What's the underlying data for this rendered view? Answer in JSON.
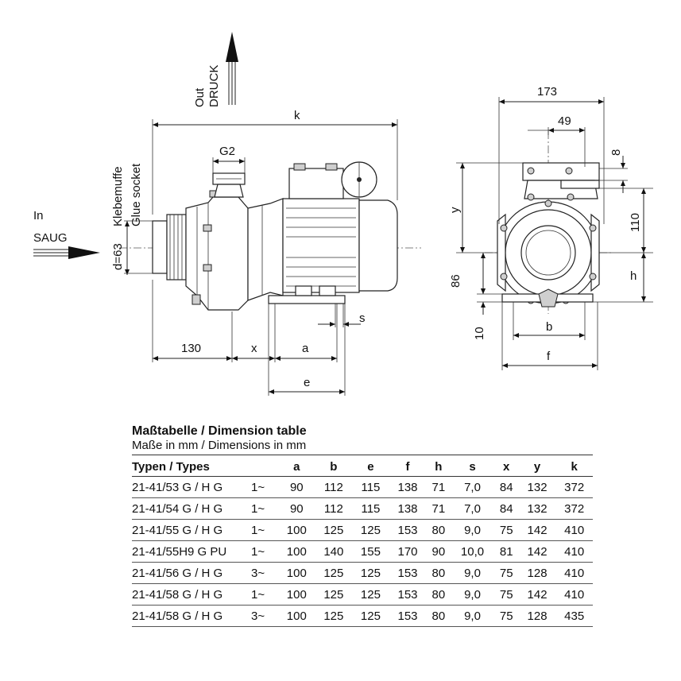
{
  "labels": {
    "k": "k",
    "g2": "G2",
    "out": "Out",
    "druck": "DRUCK",
    "in": "In",
    "saug": "SAUG",
    "klebemuffe": "Klebemuffe",
    "glue_socket": "Glue socket",
    "d63": "d=63",
    "s": "s",
    "dim_130": "130",
    "x": "x",
    "a": "a",
    "e": "e",
    "dim_173": "173",
    "dim_49": "49",
    "dim_8": "8",
    "y": "y",
    "dim_110": "110",
    "dim_86": "86",
    "h": "h",
    "dim_10": "10",
    "b": "b",
    "f": "f"
  },
  "table": {
    "title": "Maßtabelle / Dimension table",
    "subtitle": "Maße in mm / Dimensions in mm",
    "headers": [
      "Typen / Types",
      "",
      "a",
      "b",
      "e",
      "f",
      "h",
      "s",
      "x",
      "y",
      "k"
    ],
    "rows": [
      [
        "21-41/53 G / H G",
        "1~",
        "90",
        "112",
        "115",
        "138",
        "71",
        "7,0",
        "84",
        "132",
        "372"
      ],
      [
        "21-41/54 G / H G",
        "1~",
        "90",
        "112",
        "115",
        "138",
        "71",
        "7,0",
        "84",
        "132",
        "372"
      ],
      [
        "21-41/55 G / H G",
        "1~",
        "100",
        "125",
        "125",
        "153",
        "80",
        "9,0",
        "75",
        "142",
        "410"
      ],
      [
        "21-41/55H9 G PU",
        "1~",
        "100",
        "140",
        "155",
        "170",
        "90",
        "10,0",
        "81",
        "142",
        "410"
      ],
      [
        "21-41/56 G / H G",
        "3~",
        "100",
        "125",
        "125",
        "153",
        "80",
        "9,0",
        "75",
        "128",
        "410"
      ],
      [
        "21-41/58 G / H G",
        "1~",
        "100",
        "125",
        "125",
        "153",
        "80",
        "9,0",
        "75",
        "142",
        "410"
      ],
      [
        "21-41/58 G / H G",
        "3~",
        "100",
        "125",
        "125",
        "153",
        "80",
        "9,0",
        "75",
        "128",
        "435"
      ]
    ]
  }
}
